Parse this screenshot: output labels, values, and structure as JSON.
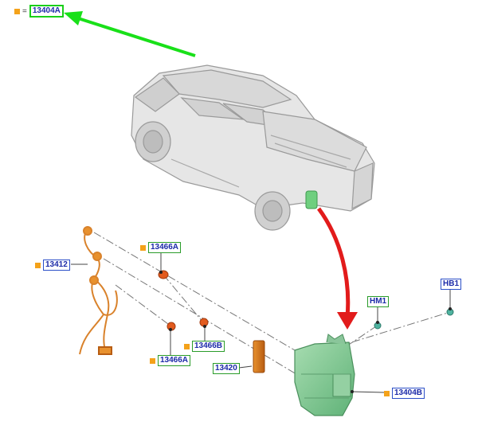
{
  "callouts": {
    "top_ref": "13404A",
    "top_eq": "=",
    "harness": "13412",
    "bulb_upper": "13466A",
    "bulb_mid": "13466B",
    "bulb_lower": "13466A",
    "reflector": "13420",
    "lamp_assembly": "13404B",
    "screw_hm1": "HM1",
    "screw_hb1": "HB1"
  },
  "colors": {
    "callout_square": "#f4a21a",
    "label_text": "#1b2aa8",
    "label_border_green": "#2a9c2a",
    "label_border_blue": "#2b4fc8",
    "pointer_green": "#19e019",
    "pointer_red": "#e21b1b",
    "lamp_green": "#7fc98f",
    "harness_orange": "#d9822b"
  }
}
